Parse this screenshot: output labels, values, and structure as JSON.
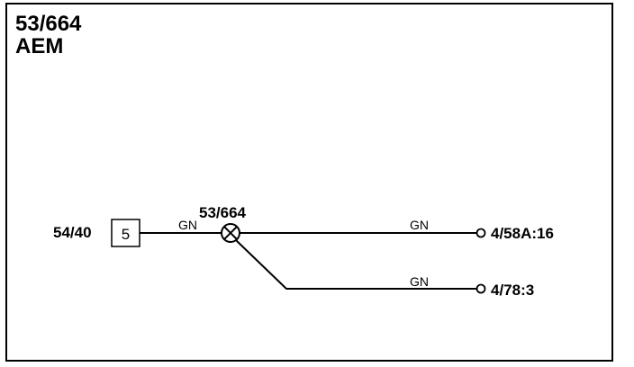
{
  "title": {
    "line1": "53/664",
    "line2": "AEM"
  },
  "connector": {
    "source_label": "54/40",
    "pin": "5"
  },
  "splice": {
    "label": "53/664"
  },
  "wires": [
    {
      "color_code": "GN"
    },
    {
      "color_code": "GN",
      "destination": "4/58A:16"
    },
    {
      "color_code": "GN",
      "destination": "4/78:3"
    }
  ],
  "colors": {
    "line": "#000000",
    "background": "#ffffff"
  },
  "icons": {
    "splice": "splice-crossed-circle-icon",
    "terminal": "open-circle-terminal-icon"
  }
}
